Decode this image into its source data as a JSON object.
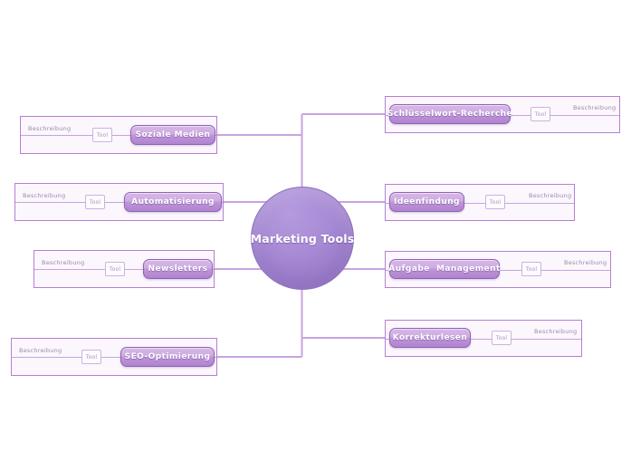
{
  "center": {
    "label": "Marketing Tools"
  },
  "colors": {
    "accent": "#a98cd6",
    "pill_border": "#8e62b5",
    "branch_border": "#b57fd4",
    "branch_fill": "#fbf7fd",
    "line": "#c9a3e0",
    "desc_text": "#9b8aa8",
    "tool_text": "#a991bd"
  },
  "branches": {
    "left": [
      {
        "title": "Soziale Medien",
        "tool": "Tool",
        "description": "Beschreibung"
      },
      {
        "title": "Automatisierung",
        "tool": "Tool",
        "description": "Beschreibung"
      },
      {
        "title": "Newsletters",
        "tool": "Tool",
        "description": "Beschreibung"
      },
      {
        "title": "SEO-Optimierung",
        "tool": "Tool",
        "description": "Beschreibung"
      }
    ],
    "right": [
      {
        "title": "Schlüsselwort-Recherche",
        "tool": "Tool",
        "description": "Beschreibung"
      },
      {
        "title": "Ideenfindung",
        "tool": "Tool",
        "description": "Beschreibung"
      },
      {
        "title": "Aufgabe  Management",
        "tool": "Tool",
        "description": "Beschreibung"
      },
      {
        "title": "Korrekturlesen",
        "tool": "Tool",
        "description": "Beschreibung"
      }
    ]
  }
}
